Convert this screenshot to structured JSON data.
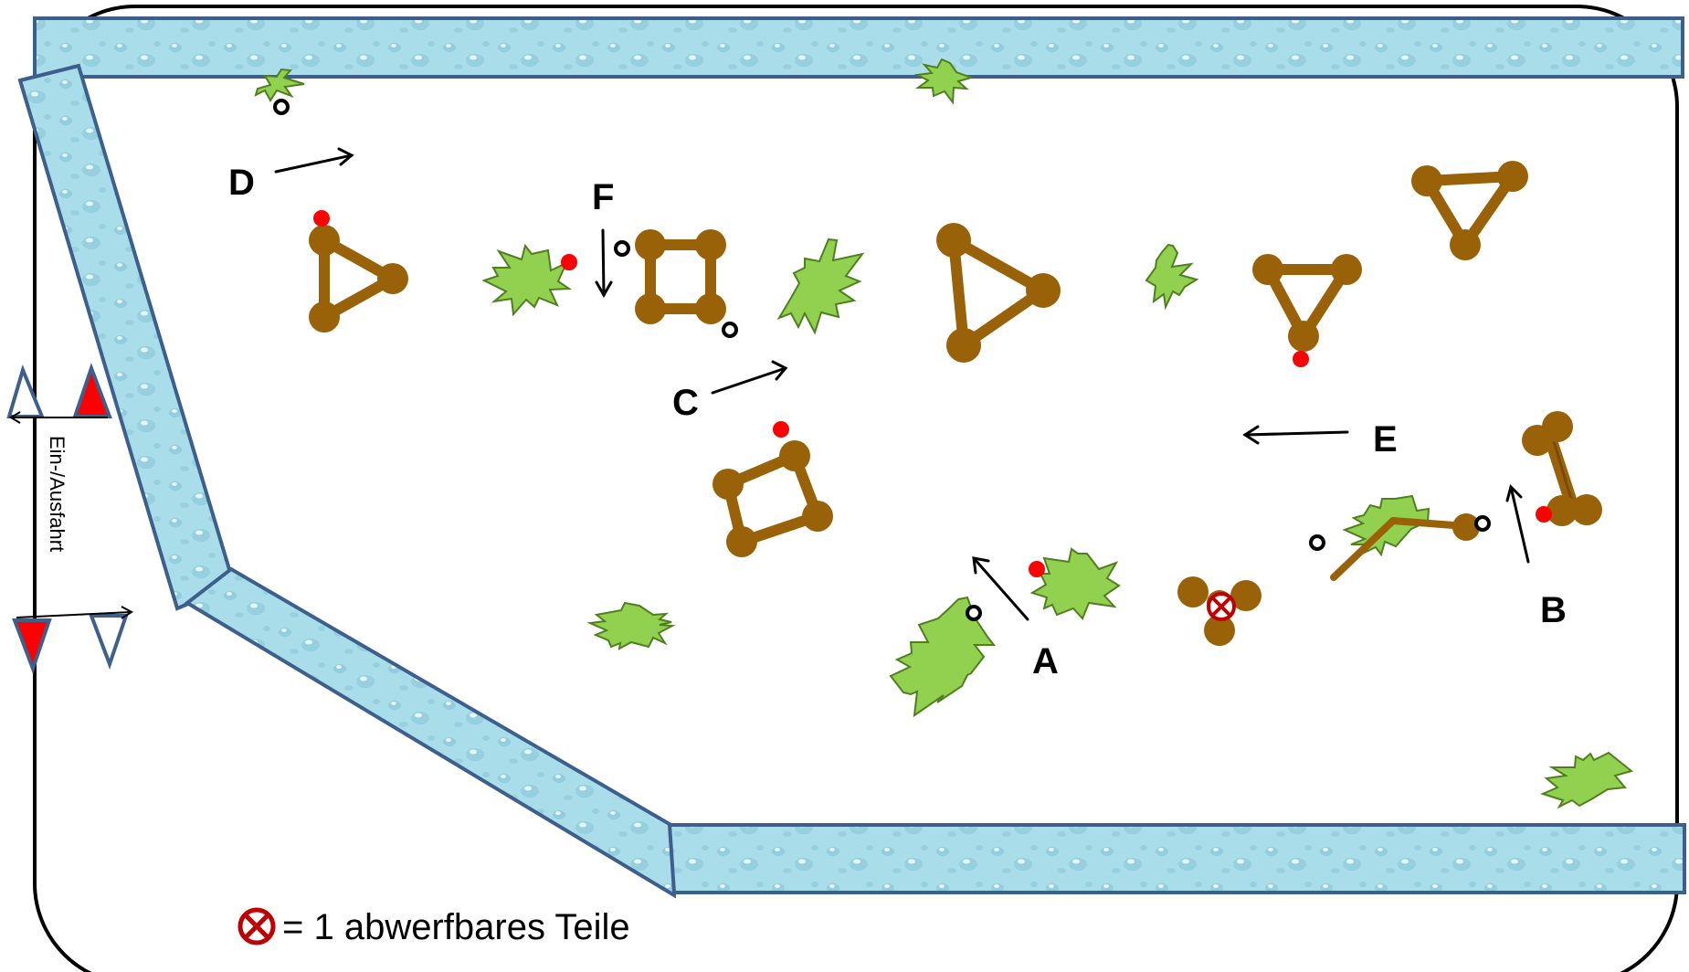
{
  "stations": {
    "A": "A",
    "B": "B",
    "C": "C",
    "D": "D",
    "E": "E",
    "F": "F"
  },
  "entrance_label": "Ein-/Ausfahrt",
  "legend": {
    "symbol": "removable-part-icon",
    "text": "= 1 abwerfbares Teile"
  },
  "colors": {
    "water": "#a9dde9",
    "water_border": "#3c5f8c",
    "log": "#9a6208",
    "bush": "#92d050",
    "bush_border": "#4f7f1e",
    "red_dot": "#ff0000",
    "cross_marker": "#c00000",
    "flag_red": "#ff0000"
  }
}
